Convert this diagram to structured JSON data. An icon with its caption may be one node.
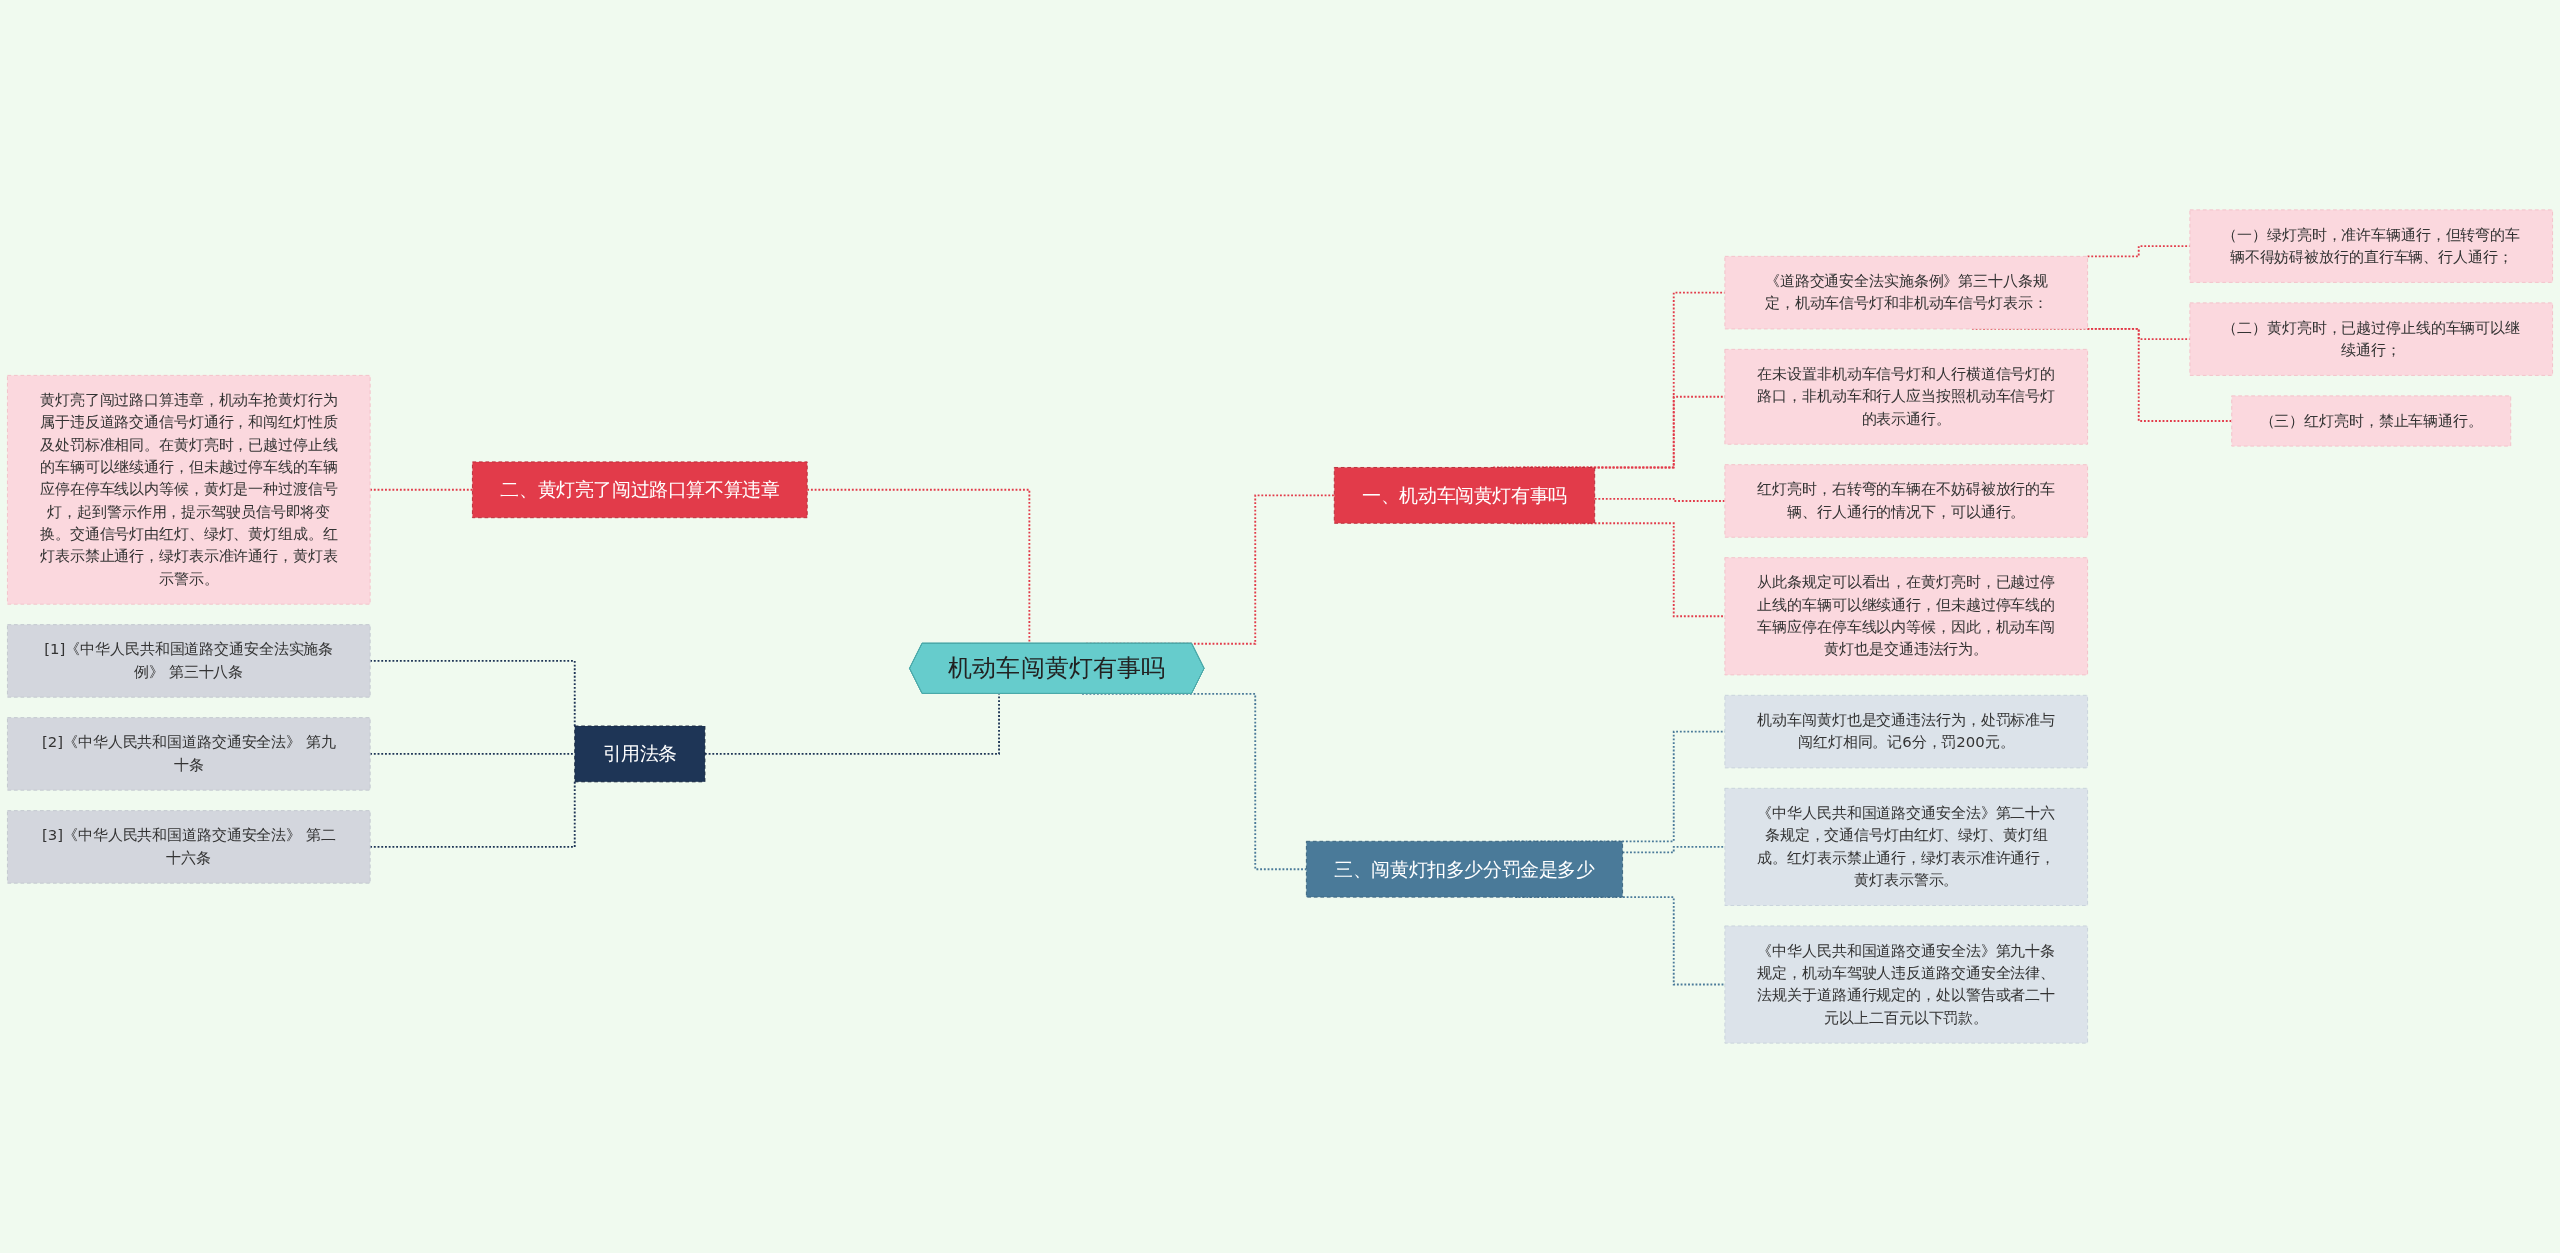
{
  "diagram": {
    "nodes": [
      {
        "text": [
          "机动车闯黄灯有事吗"
        ]
      },
      {
        "text": [
          "一、机动车闯黄灯有事吗"
        ]
      },
      {
        "text": [
          "《道路交通安全法实施条例》第三十八条规定，机动车信号灯和非机动车信号灯表示："
        ]
      },
      {
        "text": [
          "（一）绿灯亮时，准许车辆通行，但转弯的车辆不得妨碍被放行的直行车辆、行人通行；"
        ]
      },
      {
        "text": [
          "（二）黄灯亮时，已越过停止线的车辆可以继续通行；"
        ]
      },
      {
        "text": [
          "（三）红灯亮时，禁止车辆通行。"
        ]
      },
      {
        "text": [
          "在未设置非机动车信号灯和人行横道信号灯的路口，非机动车和行人应当按照机动车信号灯的表示通行。"
        ]
      },
      {
        "text": [
          "红灯亮时，右转弯的车辆在不妨碍被放行的车辆、行人通行的情况下，可以通行。"
        ]
      },
      {
        "text": [
          "从此条规定可以看出，在黄灯亮时，已越过停止线的车辆可以继续通行，但未越过停车线的车辆应停在停车线以内等候，因此，机动车闯黄灯也是交通违法行为。"
        ]
      },
      {
        "text": [
          "三、闯黄灯扣多少分罚金是多少"
        ]
      },
      {
        "text": [
          "机动车闯黄灯也是交通违法行为，处罚标准与闯红灯相同。记6分，罚200元。"
        ]
      },
      {
        "text": [
          "《中华人民共和国道路交通安全法》第二十六条规定，交通信号灯由红灯、绿灯、黄灯组成。红灯表示禁止通行，绿灯表示准许通行，黄灯表示警示。"
        ]
      },
      {
        "text": [
          "《中华人民共和国道路交通安全法》第九十条规定，机动车驾驶人违反道路交通安全法律、法规关于道路通行规定的，处以警告或者二十元以上二百元以下罚款。"
        ]
      },
      {
        "text": [
          "二、黄灯亮了闯过路口算不算违章"
        ]
      },
      {
        "text": [
          "黄灯亮了闯过路口算违章，机动车抢黄灯行为属于违反道路交通信号灯通行，和闯红灯性质及处罚标准相同。在黄灯亮时，已越过停止线的车辆可以继续通行，但未越过停车线的车辆应停在停车线以内等候，黄灯是一种过渡信号灯，起到警示作用，提示驾驶员信号即将变换。交通信号灯由红灯、绿灯、黄灯组成。红灯表示禁止通行，绿灯表示准许通行，黄灯表示警示。"
        ]
      },
      {
        "text": [
          "引用法条"
        ]
      },
      {
        "text": [
          "[1]《中华人民共和国道路交通安全法实施条例》 第三十八条"
        ]
      },
      {
        "text": [
          "[2]《中华人民共和国道路交通安全法》 第九十条"
        ]
      },
      {
        "text": [
          "[3]《中华人民共和国道路交通安全法》 第二十六条"
        ]
      }
    ],
    "edges": [
      {
        "from": 0,
        "to": 1,
        "arrow": "none",
        "style": "dashed"
      },
      {
        "from": 1,
        "to": 2,
        "arrow": "none",
        "style": "dashed"
      },
      {
        "from": 2,
        "to": 3,
        "arrow": "none",
        "style": "dashed"
      },
      {
        "from": 2,
        "to": 4,
        "arrow": "none",
        "style": "dashed"
      },
      {
        "from": 2,
        "to": 5,
        "arrow": "none",
        "style": "dashed"
      },
      {
        "from": 1,
        "to": 6,
        "arrow": "none",
        "style": "dashed"
      },
      {
        "from": 1,
        "to": 7,
        "arrow": "none",
        "style": "dashed"
      },
      {
        "from": 1,
        "to": 8,
        "arrow": "none",
        "style": "dashed"
      },
      {
        "from": 0,
        "to": 9,
        "arrow": "none",
        "style": "dashed",
        "color": "#4a7a99"
      },
      {
        "from": 9,
        "to": 10,
        "arrow": "none",
        "style": "dashed",
        "color": "#4a7a99"
      },
      {
        "from": 9,
        "to": 11,
        "arrow": "none",
        "style": "dashed",
        "color": "#4a7a99"
      },
      {
        "from": 9,
        "to": 12,
        "arrow": "none",
        "style": "dashed",
        "color": "#4a7a99"
      },
      {
        "from": 13,
        "to": 0,
        "arrow": "none",
        "style": "dashed"
      },
      {
        "from": 14,
        "to": 13,
        "arrow": "none",
        "style": "dashed"
      },
      {
        "from": 15,
        "to": 0,
        "arrow": "none",
        "style": "dashed",
        "color": "#1e3556"
      },
      {
        "from": 16,
        "to": 15,
        "arrow": "none",
        "style": "dashed",
        "color": "#1e3556"
      },
      {
        "from": 17,
        "to": 15,
        "arrow": "none",
        "style": "dashed",
        "color": "#1e3556"
      },
      {
        "from": 18,
        "to": 15,
        "arrow": "none",
        "style": "dashed",
        "color": "#1e3556"
      }
    ]
  }
}
